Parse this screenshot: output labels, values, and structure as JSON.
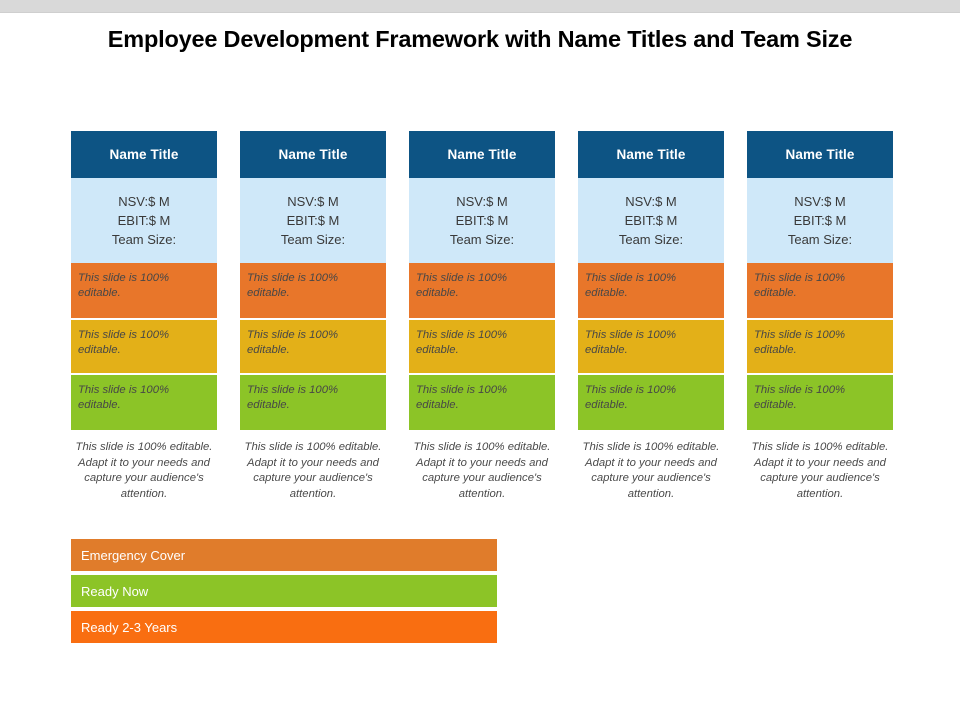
{
  "slide": {
    "title": "Employee Development Framework with Name Titles and Team Size"
  },
  "colors": {
    "header_blue": "#0d5484",
    "stats_light_blue": "#cfe8f9",
    "band_orange": "#e8762a",
    "band_yellow": "#e3b018",
    "band_green": "#8cc427",
    "legend_emergency": "#e07c2b",
    "legend_ready_now": "#8cc427",
    "legend_ready_2_3": "#f96e11",
    "top_strip_gray": "#d9d9d9"
  },
  "columns": [
    {
      "header": "Name Title",
      "stats": [
        "NSV:$ M",
        "EBIT:$ M",
        "Team Size:"
      ],
      "bands": [
        "This slide is 100% editable.",
        "This slide is 100% editable.",
        "This slide is 100% editable."
      ],
      "caption": "This slide is 100% editable. Adapt it to your needs and capture your audience's attention."
    },
    {
      "header": "Name Title",
      "stats": [
        "NSV:$ M",
        "EBIT:$ M",
        "Team Size:"
      ],
      "bands": [
        "This slide is 100% editable.",
        "This slide is 100% editable.",
        "This slide is 100% editable."
      ],
      "caption": "This slide is 100% editable. Adapt it to your needs and capture your audience's attention."
    },
    {
      "header": "Name Title",
      "stats": [
        "NSV:$ M",
        "EBIT:$ M",
        "Team Size:"
      ],
      "bands": [
        "This slide is 100% editable.",
        "This slide is 100% editable.",
        "This slide is 100% editable."
      ],
      "caption": "This slide is 100% editable. Adapt it to your needs and capture your audience's attention."
    },
    {
      "header": "Name Title",
      "stats": [
        "NSV:$ M",
        "EBIT:$ M",
        "Team Size:"
      ],
      "bands": [
        "This slide is 100% editable.",
        "This slide is 100% editable.",
        "This slide is 100% editable."
      ],
      "caption": "This slide is 100% editable. Adapt it to your needs and capture your audience's attention."
    },
    {
      "header": "Name Title",
      "stats": [
        "NSV:$ M",
        "EBIT:$ M",
        "Team Size:"
      ],
      "bands": [
        "This slide is 100% editable.",
        "This slide is 100% editable.",
        "This slide is 100% editable."
      ],
      "caption": "This slide is 100% editable. Adapt it to your needs and capture your audience's attention."
    }
  ],
  "legend": [
    {
      "label": "Emergency Cover"
    },
    {
      "label": "Ready Now"
    },
    {
      "label": "Ready 2-3 Years"
    }
  ]
}
